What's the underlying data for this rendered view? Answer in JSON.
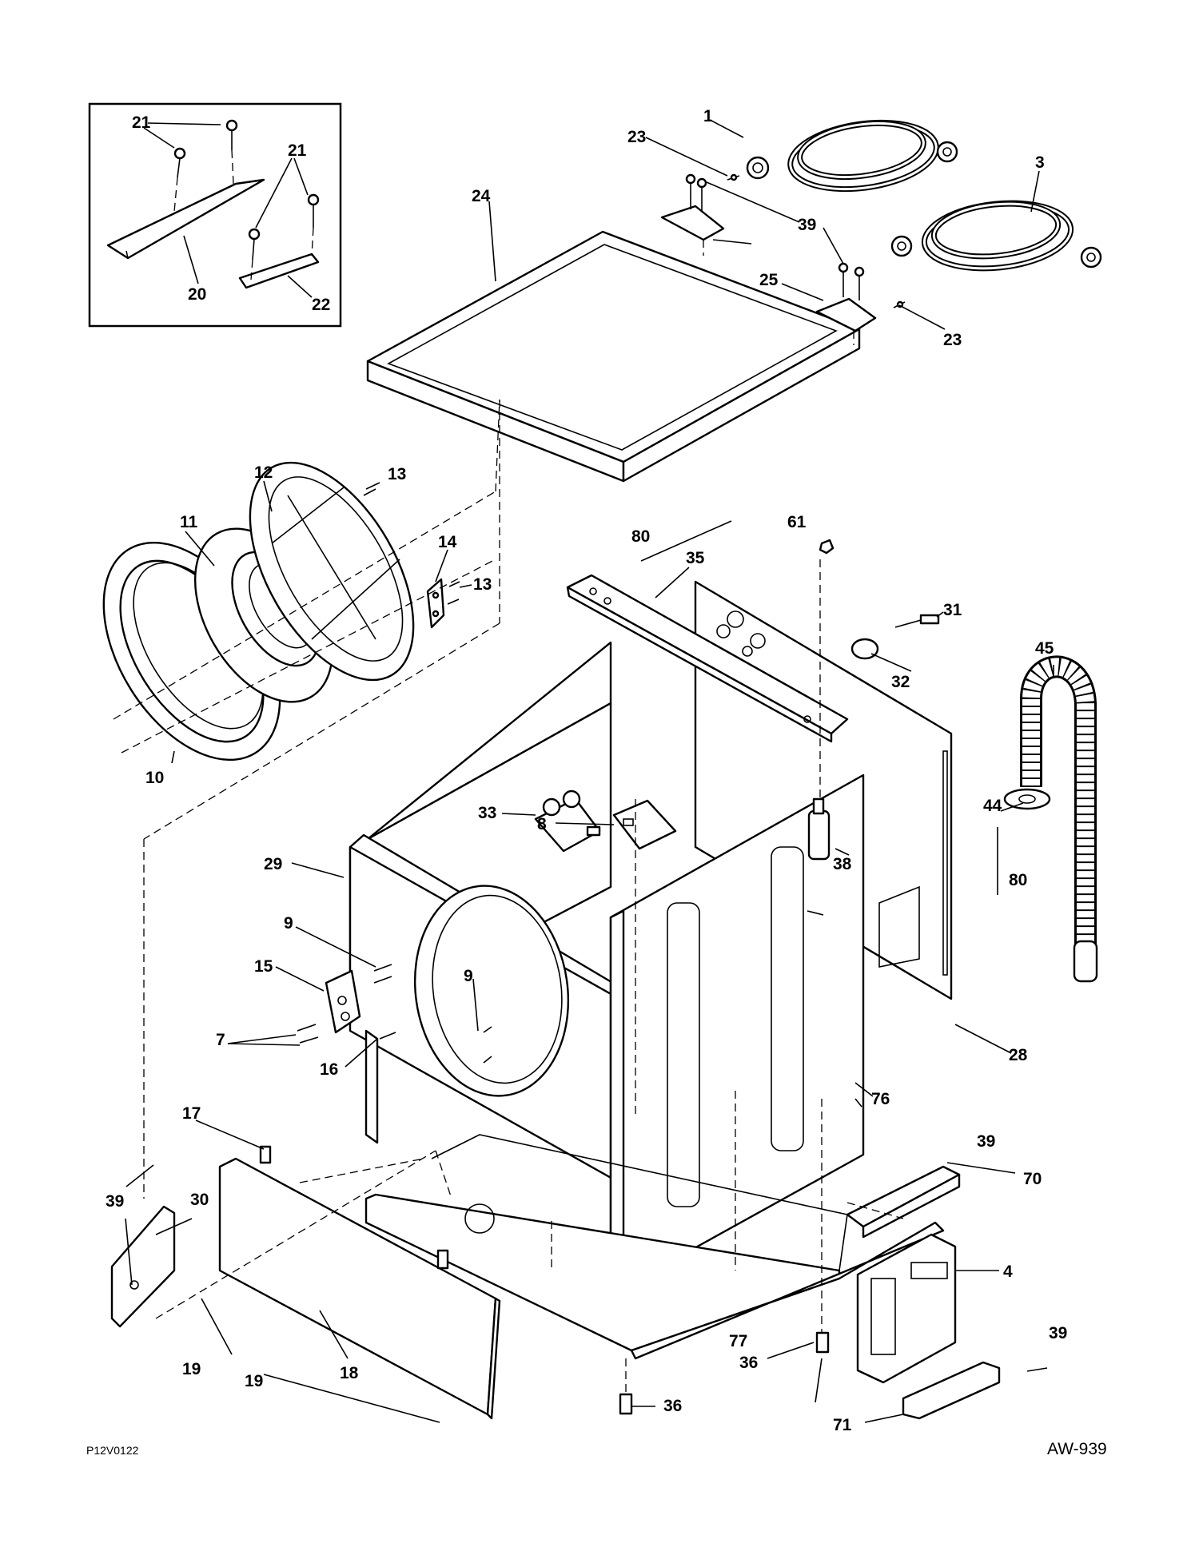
{
  "diagram": {
    "footer_code": "P12V0122",
    "drawing_number": "AW-939",
    "labels": {
      "l1": "1",
      "l3": "3",
      "l4": "4",
      "l7": "7",
      "l8": "8",
      "l9a": "9",
      "l9b": "9",
      "l10": "10",
      "l11": "11",
      "l12": "12",
      "l13a": "13",
      "l13b": "13",
      "l14": "14",
      "l15": "15",
      "l16": "16",
      "l17": "17",
      "l18": "18",
      "l19a": "19",
      "l19b": "19",
      "l20": "20",
      "l21a": "21",
      "l21b": "21",
      "l22": "22",
      "l23a": "23",
      "l23b": "23",
      "l24": "24",
      "l25": "25",
      "l28": "28",
      "l29": "29",
      "l30": "30",
      "l31": "31",
      "l32": "32",
      "l33": "33",
      "l35": "35",
      "l36a": "36",
      "l36b": "36",
      "l38": "38",
      "l39a": "39",
      "l39b": "39",
      "l39c": "39",
      "l39d": "39",
      "l44": "44",
      "l45": "45",
      "l61": "61",
      "l70": "70",
      "l71": "71",
      "l76": "76",
      "l77": "77",
      "l80a": "80",
      "l80b": "80"
    }
  }
}
